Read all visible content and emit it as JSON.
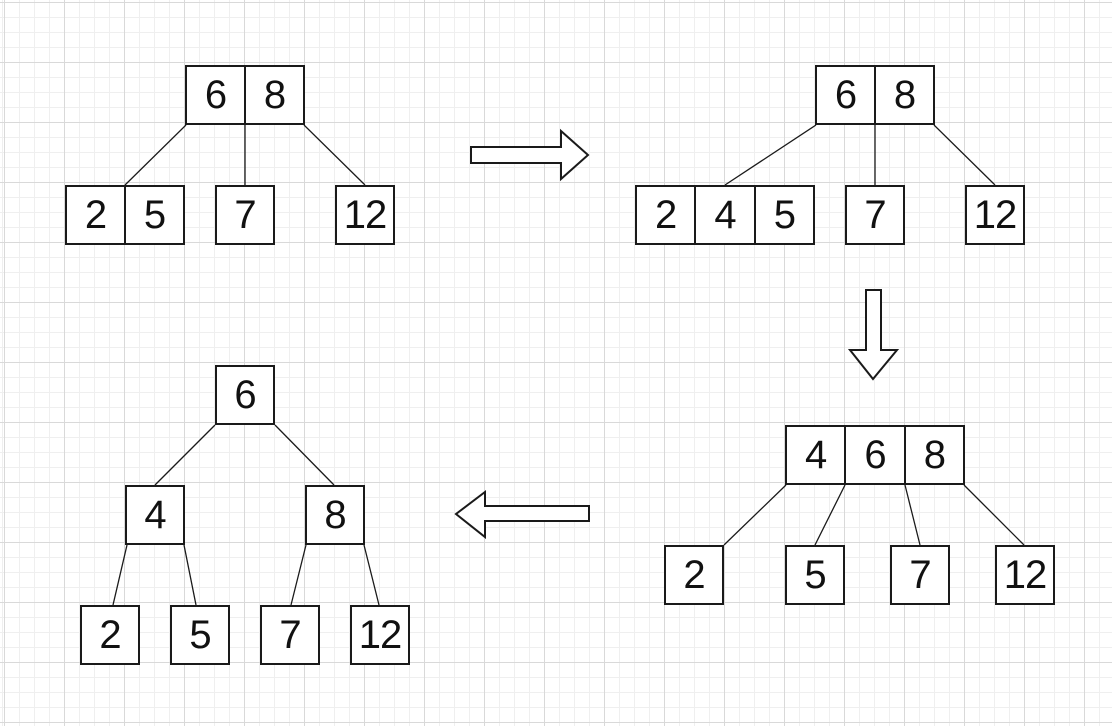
{
  "diagram": {
    "description": "Four steps of inserting key 4 into a 2-3 tree, drawn on graph paper and linked by arrows",
    "colors": {
      "stroke": "#1a1a1a",
      "node_fill": "#ffffff",
      "background": "#ffffff",
      "grid_minor": "#efefef",
      "grid_major": "#d9d9d9"
    },
    "trees": [
      {
        "name": "step-1-top-left",
        "nodes": [
          {
            "role": "root",
            "cells": [
              "6",
              "8"
            ]
          },
          {
            "role": "child",
            "cells": [
              "2",
              "5"
            ]
          },
          {
            "role": "child",
            "cells": [
              "7"
            ]
          },
          {
            "role": "child",
            "cells": [
              "12"
            ]
          }
        ]
      },
      {
        "name": "step-2-top-right",
        "nodes": [
          {
            "role": "root",
            "cells": [
              "6",
              "8"
            ]
          },
          {
            "role": "child",
            "cells": [
              "2",
              "4",
              "5"
            ]
          },
          {
            "role": "child",
            "cells": [
              "7"
            ]
          },
          {
            "role": "child",
            "cells": [
              "12"
            ]
          }
        ]
      },
      {
        "name": "step-3-bottom-right",
        "nodes": [
          {
            "role": "root",
            "cells": [
              "4",
              "6",
              "8"
            ]
          },
          {
            "role": "child",
            "cells": [
              "2"
            ]
          },
          {
            "role": "child",
            "cells": [
              "5"
            ]
          },
          {
            "role": "child",
            "cells": [
              "7"
            ]
          },
          {
            "role": "child",
            "cells": [
              "12"
            ]
          }
        ]
      },
      {
        "name": "step-4-bottom-left",
        "nodes": [
          {
            "role": "root",
            "cells": [
              "6"
            ]
          },
          {
            "role": "left-child",
            "cells": [
              "4"
            ]
          },
          {
            "role": "right-child",
            "cells": [
              "8"
            ]
          },
          {
            "role": "leaf",
            "cells": [
              "2"
            ]
          },
          {
            "role": "leaf",
            "cells": [
              "5"
            ]
          },
          {
            "role": "leaf",
            "cells": [
              "7"
            ]
          },
          {
            "role": "leaf",
            "cells": [
              "12"
            ]
          }
        ]
      }
    ],
    "arrows": [
      {
        "direction": "right",
        "from": "step-1",
        "to": "step-2"
      },
      {
        "direction": "down",
        "from": "step-2",
        "to": "step-3"
      },
      {
        "direction": "left",
        "from": "step-3",
        "to": "step-4"
      }
    ]
  }
}
